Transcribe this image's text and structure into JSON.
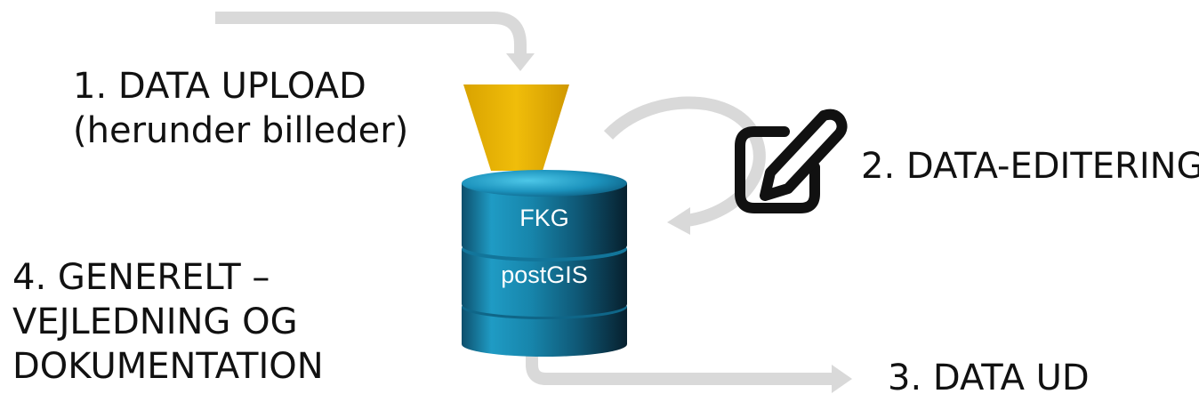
{
  "steps": {
    "upload": {
      "line1": "1. DATA UPLOAD",
      "line2": "(herunder billeder)"
    },
    "edit": {
      "line1": "2. DATA-EDITERING"
    },
    "out": {
      "line1": "3. DATA UD"
    },
    "general": {
      "line1": "4. GENERELT –",
      "line2": "VEJLEDNING OG",
      "line3": "DOKUMENTATION"
    }
  },
  "database": {
    "layer1": "FKG",
    "layer2": "postGIS",
    "funnel_color": "#E8B400",
    "cylinder_color": "#1E8FB6"
  },
  "arrow_color": "#D9D9D9",
  "icons": [
    "edit-icon"
  ]
}
